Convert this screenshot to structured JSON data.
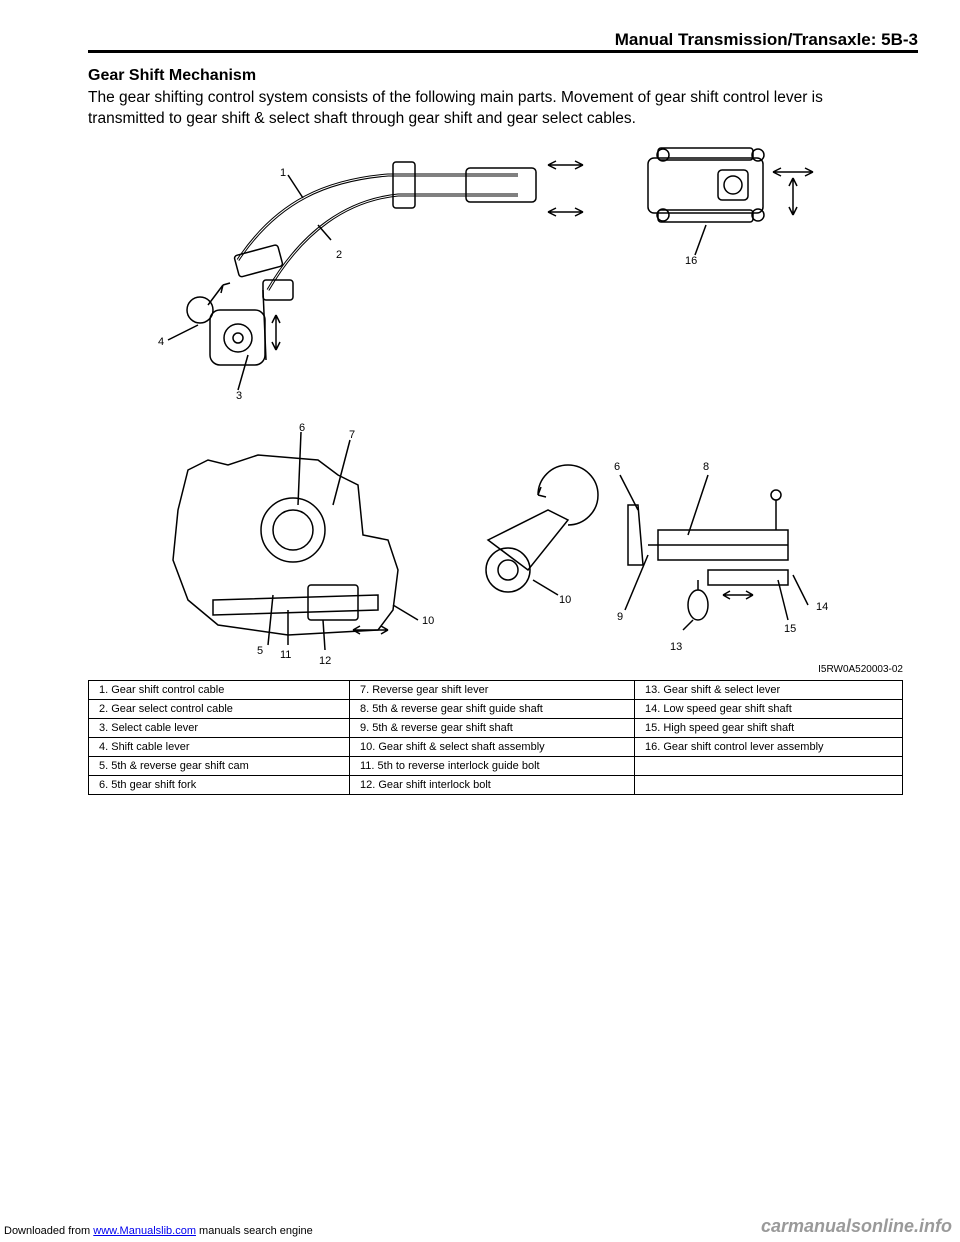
{
  "header": {
    "title": "Manual Transmission/Transaxle:    5B-3"
  },
  "section": {
    "title": "Gear Shift Mechanism",
    "intro": "The gear shifting control system consists of the following main parts. Movement of gear shift control lever is transmitted to gear shift & select shaft through gear shift and gear select cables."
  },
  "figure": {
    "code": "I5RW0A520003-02",
    "callouts": {
      "top": [
        "1",
        "2",
        "3",
        "4",
        "16"
      ],
      "bottom_left": [
        "6",
        "7",
        "5",
        "11",
        "12",
        "10"
      ],
      "bottom_middle": [
        "10"
      ],
      "bottom_right": [
        "6",
        "8",
        "9",
        "13",
        "14",
        "15"
      ]
    }
  },
  "legend": {
    "rows": [
      [
        "1.   Gear shift control cable",
        "7.   Reverse gear shift lever",
        "13.   Gear shift & select lever"
      ],
      [
        "2.   Gear select control cable",
        "8.   5th & reverse gear shift guide shaft",
        "14.   Low speed gear shift shaft"
      ],
      [
        "3.   Select cable lever",
        "9.   5th & reverse gear shift shaft",
        "15.   High speed gear shift shaft"
      ],
      [
        "4.   Shift cable lever",
        "10.   Gear shift & select shaft assembly",
        "16.   Gear shift control lever assembly"
      ],
      [
        "5.   5th & reverse gear shift cam",
        "11.   5th to reverse interlock guide bolt",
        ""
      ],
      [
        "6.   5th gear shift fork",
        "12.   Gear shift interlock bolt",
        ""
      ]
    ]
  },
  "footer": {
    "prefix": "Downloaded from ",
    "link": "www.Manualslib.com",
    "suffix": "  manuals search engine",
    "watermark": "carmanualsonline.info"
  }
}
